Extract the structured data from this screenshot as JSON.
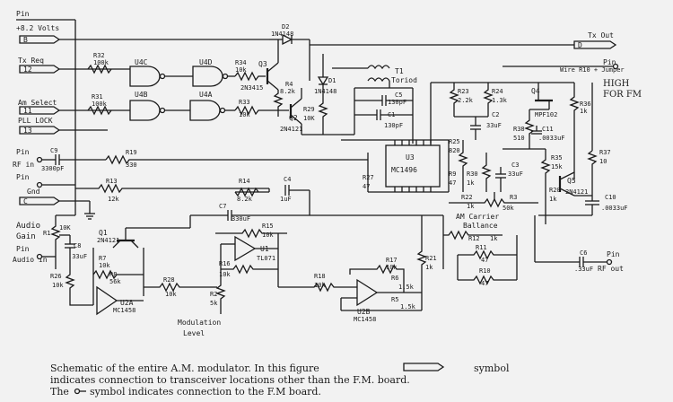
{
  "connectors": {
    "pin_top_label": "Pin",
    "plus_label": "+8.2 Volts",
    "b_tab": "B",
    "tx_req_label": "Tx Req",
    "tx_req_tab": "12",
    "am_select_label": "Am Select",
    "am_select_tab": "11",
    "pll_lock_label": "PLL LOCK",
    "pll_lock_tab": "13",
    "pin_rf_label": "Pin",
    "rf_in_label": "RF in",
    "pin_gnd_label": "Pin",
    "gnd_label": "Gnd",
    "c_tab": "C",
    "audio_gain_1": "Audio",
    "audio_gain_2": "Gain",
    "pin_audio_label": "Pin",
    "audio_in_label": "Audio in",
    "tx_out_label": "Tx Out",
    "d_tab": "D",
    "pin_wire_label": "Pin",
    "wire_label": "Wire R10 + Jumper",
    "high_fm": "HIGH",
    "for_fm": "FOR FM",
    "pin_rf_out": "Pin",
    "rf_out_label": "RF out"
  },
  "components": {
    "u4c": "U4C",
    "u4b": "U4B",
    "u4d": "U4D",
    "u4a": "U4A",
    "r32": "R32",
    "r32v": "100k",
    "r31": "R31",
    "r31v": "100k",
    "r34": "R34",
    "r34v": "10k",
    "r33": "R33",
    "r33v": "10k",
    "q3": "Q3",
    "q3v": "2N3415",
    "r4": "R4",
    "r4v": "8.2k",
    "q2": "Q2",
    "q2v": "2N4121",
    "d2": "D2",
    "d2v": "1N4148",
    "d1": "D1",
    "d1v": "1N4148",
    "r29": "R29",
    "r29v": "10K",
    "t1": "T1",
    "t1v": "Toriod",
    "c5": "C5",
    "c5v": "130pF",
    "c1": "C1",
    "c1v": "130pF",
    "r23": "R23",
    "r23v": "2.2k",
    "r24": "R24",
    "r24v": "1.3k",
    "q4": "Q4",
    "q4v": "MPF102",
    "r36": "R36",
    "r36v": "1k",
    "c2": "C2",
    "c2v": "33uF",
    "r38": "R38",
    "r38v": "510",
    "c11": "C11",
    "c11v": ".0033uF",
    "r37": "R37",
    "r37v": "10",
    "r25": "R25",
    "r25v": "820",
    "u3": "U3",
    "u3v": "MC1496",
    "r35": "R35",
    "r35v": "15k",
    "q5": "Q5",
    "q5v": "2N4121",
    "r20": "R20",
    "r20v": "1k",
    "c10": "C10",
    "c10v": ".0033uF",
    "c9": "C9",
    "c9v": "3300pF",
    "r19": "R19",
    "r19v": "330",
    "r27": "R27",
    "r27v": "47",
    "r9": "R9",
    "r9v": "47",
    "r30": "R30",
    "r30v": "1k",
    "c3": "C3",
    "c3v": "33uF",
    "r22": "R22",
    "r22v": "1k",
    "r3": "R3",
    "r3v": "50k",
    "am_carrier": "AM Carrier",
    "balance": "Ballance",
    "r13": "R13",
    "r13v": "12k",
    "r14": "R14",
    "r14v": "8.2k",
    "c4": "C4",
    "c4v": "1uF",
    "c7": "C7",
    "c7v": "330uF",
    "r15": "R15",
    "r15v": "10k",
    "r1": "R1",
    "r1v": "10K",
    "c8": "C8",
    "c8v": ".33uF",
    "q1": "Q1",
    "q1v": "2N4121",
    "r7": "R7",
    "r7v": "10k",
    "r8": "R8",
    "r8v": "56k",
    "r26": "R26",
    "r26v": "10k",
    "u2a": "U2A",
    "u2av": "MC1458",
    "r28": "R28",
    "r28v": "10k",
    "r2": "R2",
    "r2v": "5k",
    "mod1": "Modulation",
    "mod2": "Level",
    "r16": "R16",
    "r16v": "10k",
    "u1": "U1",
    "u1v": "TL071",
    "r18": "R18",
    "r18v": "10k",
    "r17": "R17",
    "r17v": "10k",
    "r6": "R6",
    "r6v": "1.5k",
    "r5": "R5",
    "r5v": "1.5k",
    "u2b": "U2B",
    "u2bv": "MC1458",
    "r21": "R21",
    "r21v": "1k",
    "r12": "R12",
    "r12v": "1k",
    "r11": "R11",
    "r11v": "47",
    "r10": "R10",
    "r10v": "47",
    "c6": "C6",
    "c6v": ".33uF"
  },
  "caption": {
    "line1a": "Schematic of the entire A.M. modulator. In this figure",
    "line1b": "symbol",
    "line2": "indicates connection to transceiver locations other than the F.M. board.",
    "line3": "The",
    "line3b": "symbol indicates connection to the F.M board."
  }
}
